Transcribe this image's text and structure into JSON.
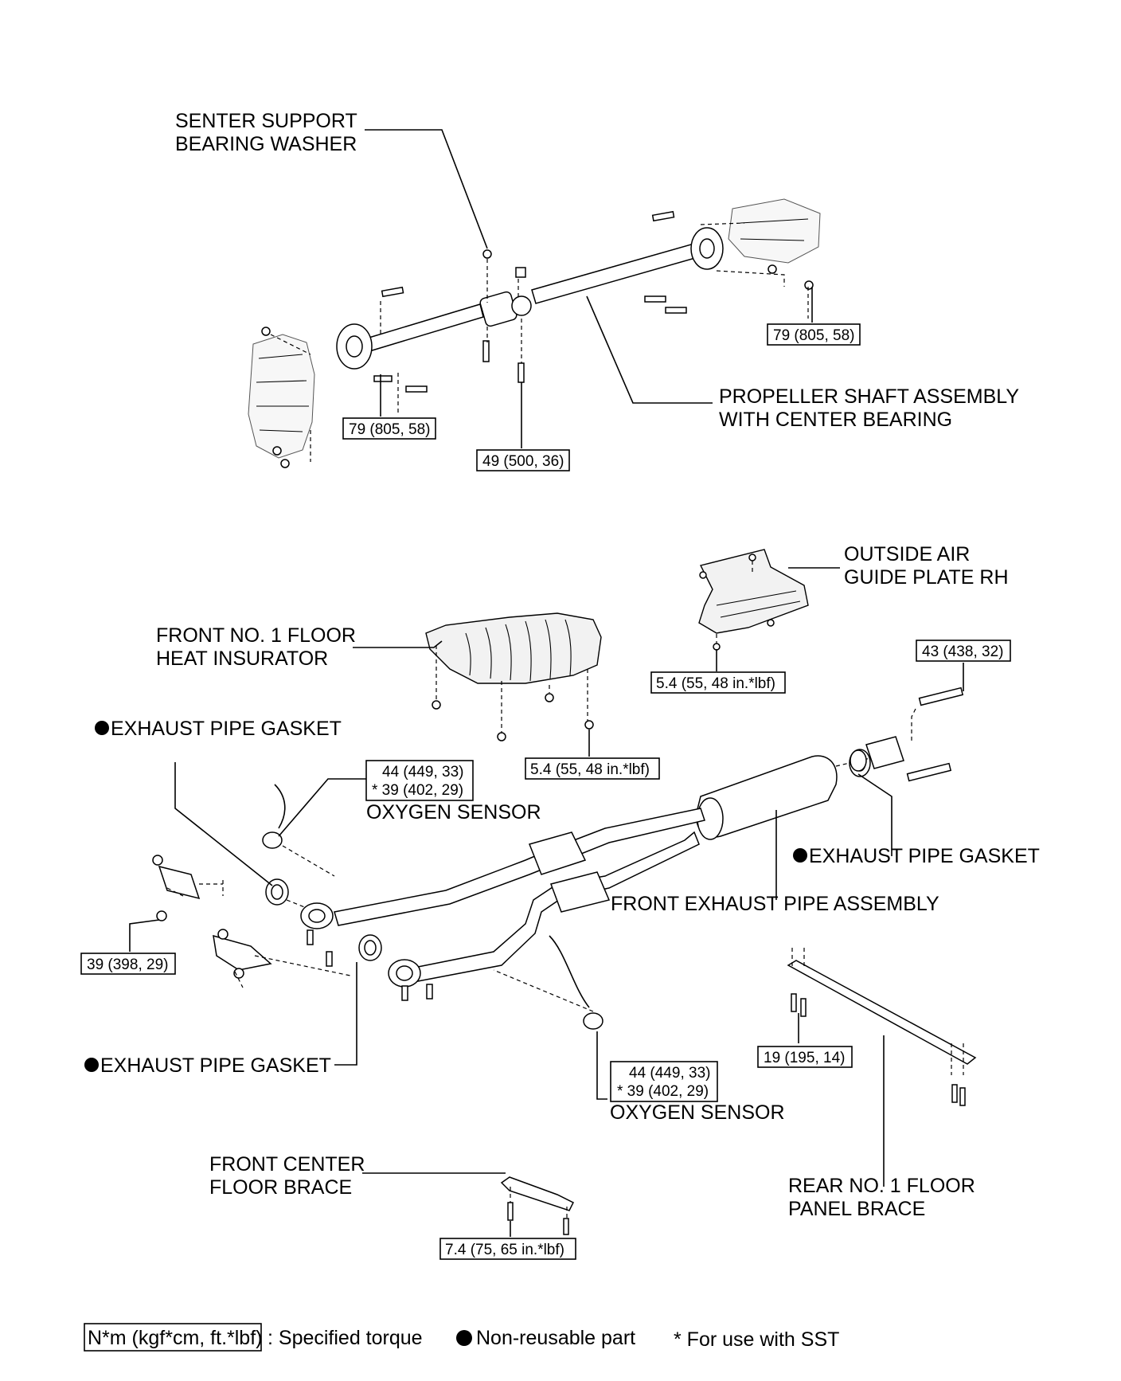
{
  "labels": {
    "center_support_washer": [
      "SENTER SUPPORT",
      "BEARING WASHER"
    ],
    "propeller_shaft": [
      "PROPELLER SHAFT ASSEMBLY",
      "WITH CENTER BEARING"
    ],
    "outside_air_guide": [
      "OUTSIDE AIR",
      "GUIDE PLATE RH"
    ],
    "front_heat_insulator": [
      "FRONT NO. 1 FLOOR",
      "HEAT INSURATOR"
    ],
    "exhaust_gasket_upper_left": "EXHAUST PIPE GASKET",
    "exhaust_gasket_right": "EXHAUST PIPE GASKET",
    "exhaust_gasket_lower_left": "EXHAUST PIPE GASKET",
    "oxygen_sensor_upper": "OXYGEN SENSOR",
    "oxygen_sensor_lower": "OXYGEN SENSOR",
    "front_exhaust_pipe": "FRONT EXHAUST PIPE ASSEMBLY",
    "front_center_brace": [
      "FRONT CENTER",
      "FLOOR BRACE"
    ],
    "rear_floor_brace": [
      "REAR NO. 1 FLOOR",
      "PANEL  BRACE"
    ]
  },
  "torques": {
    "shaft_rear_flange": "79 (805, 58)",
    "shaft_front_flange": "79 (805, 58)",
    "center_bearing": "49 (500, 36)",
    "air_guide_plate": "5.4 (55, 48 in.*lbf)",
    "rear_stud_bolt": "43 (438, 32)",
    "heat_insulator": "5.4 (55, 48 in.*lbf)",
    "oxygen_sensor_upper": [
      "44 (449, 33)",
      "* 39 (402, 29)"
    ],
    "front_pipe_nut": "39 (398, 29)",
    "oxygen_sensor_lower": [
      "44 (449, 33)",
      "* 39 (402, 29)"
    ],
    "rear_brace_bolt": "19 (195, 14)",
    "front_brace_bolt": "7.4 (75, 65 in.*lbf)"
  },
  "legend": {
    "torque_box": "N*m (kgf*cm, ft.*lbf)",
    "torque_desc": ": Specified torque",
    "nonreusable": "Non-reusable part",
    "sst": "* For use with SST"
  }
}
